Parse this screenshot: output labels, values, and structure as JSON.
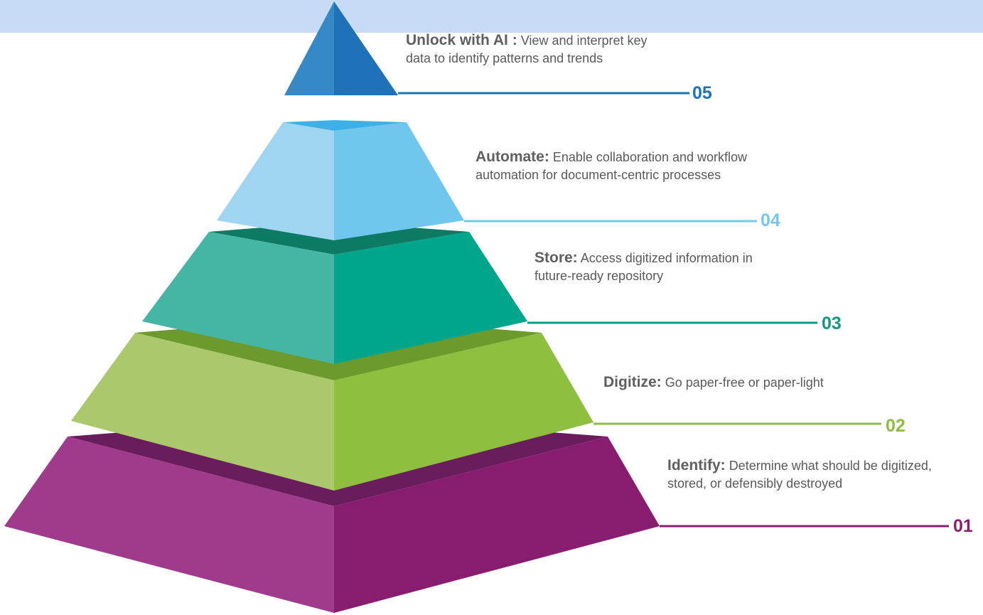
{
  "colors": {
    "background": "#ffffff",
    "top_band": "#c8dbf4",
    "title_text": "#5f5f5f",
    "body_text": "#5a5a5a"
  },
  "tiers": [
    {
      "number": "05",
      "title": "Unlock with AI :",
      "description": "View and interpret key data to identify patterns and trends",
      "color": "#1f72b8",
      "face_left": "#3589c6",
      "face_right": "#1f72b8",
      "top_face": "#1f72b8"
    },
    {
      "number": "04",
      "title": "Automate:",
      "description": "Enable collaboration and workflow automation for document-centric processes",
      "color": "#73c8ee",
      "face_left": "#9fd5f0",
      "face_right": "#6fc7ee",
      "top_face": "#3fb0e6"
    },
    {
      "number": "03",
      "title": "Store:",
      "description": "Access digitized information in future-ready repository",
      "color": "#0c9a86",
      "face_left": "#46b6a4",
      "face_right": "#00a68c",
      "top_face": "#0d7a64"
    },
    {
      "number": "02",
      "title": "Digitize:",
      "description": "Go paper-free or paper-light",
      "color": "#8dbe3e",
      "face_left": "#abc96c",
      "face_right": "#8ebf3e",
      "top_face": "#6d9a2c"
    },
    {
      "number": "01",
      "title": "Identify:",
      "description": "Determine what should be digitized, stored, or defensibly destroyed",
      "color": "#8a1f71",
      "face_left": "#a03a8c",
      "face_right": "#881c6f",
      "top_face": "#6a1d5c"
    }
  ]
}
